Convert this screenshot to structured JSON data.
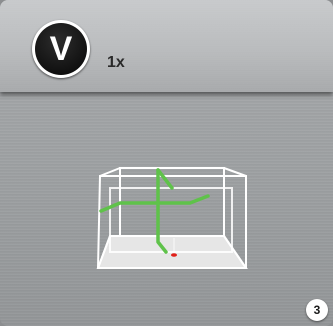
{
  "header": {
    "mode_letter": "V",
    "multiplier": "1x"
  },
  "page_number": "3",
  "icons": [
    "mode-v-icon",
    "laser-cross-line-icon"
  ],
  "colors": {
    "laser_line": "#5fc24a",
    "laser_point": "#e0201a",
    "box_outline": "#ffffff",
    "floor": "#e6e6e6"
  }
}
